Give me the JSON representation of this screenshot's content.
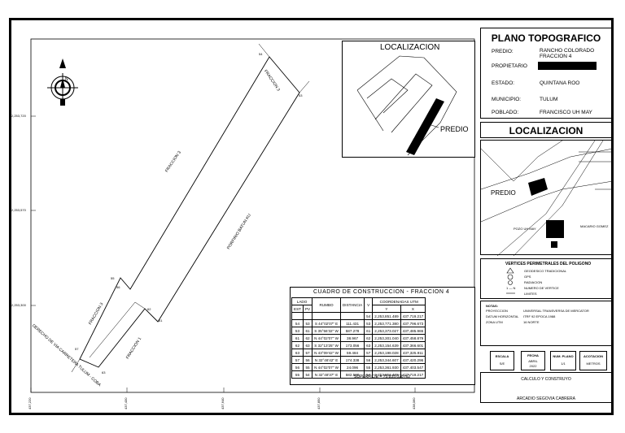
{
  "title_block": {
    "title": "PLANO TOPOGRAFICO",
    "predio_label": "PREDIO:",
    "predio_value_1": "RANCHO COLORADO",
    "predio_value_2": "FRACCION 4",
    "propietario_label": "PROPIETARIO",
    "estado_label": "ESTADO:",
    "estado_value": "QUINTANA ROO",
    "municipio_label": "MUNICIPIO:",
    "municipio_value": "TULUM",
    "poblado_label": "POBLADO:",
    "poblado_value": "FRANCISCO UH MAY",
    "localizacion_title": "LOCALIZACION"
  },
  "location_inset": {
    "title": "LOCALIZACION",
    "predio_label": "PREDIO"
  },
  "location_map": {
    "predio_label": "PREDIO",
    "pozo_label": "POZO UH MAY",
    "macario_label": "MACARIO GOMEZ"
  },
  "legend": {
    "title": "VERTICES PERIMETRALES DEL POLIGONO",
    "items": [
      "GEODESICO TRADICIONAL",
      "GPS",
      "RADIACION",
      "NUMERO DE VERTICE",
      "LIMITES"
    ],
    "vertex_symbol": "1 — N"
  },
  "notes": {
    "title": "NOTAS:",
    "rows": [
      {
        "label": "PROYECCION",
        "value": "UNIVERSAL TRANSVERSA DE MERCATOR"
      },
      {
        "label": "DATUM HORIZONTAL",
        "value": "ITRF 92 EPOCA 1988"
      },
      {
        "label": "ZONA UTM",
        "value": "16 NORTE"
      }
    ]
  },
  "info": {
    "escala_label": "ESCALA",
    "escala_value": "S/E",
    "fecha_label": "FECHA",
    "fecha_value_1": "ABRIL",
    "fecha_value_2": "2022",
    "num_plano_label": "NUM. PLANO",
    "num_plano_value": "1/1",
    "acotacion_label": "ACOTACION",
    "acotacion_value": "METROS"
  },
  "credits": {
    "calculo": "CALCULO Y CONSTRUYO",
    "name": "ARCADIO SEGOVIA CABRERA"
  },
  "construction_table": {
    "title": "CUADRO  DE  CONSTRUCCION - FRACCION  4",
    "headers": {
      "lado": "LADO",
      "est": "EST",
      "pv": "PV",
      "rumbo": "RUMBO",
      "distancia": "DISTANCIA",
      "v": "V",
      "coords": "COORDENADAS UTM",
      "y": "Y",
      "x": "X"
    },
    "rows": [
      {
        "est": "",
        "pv": "",
        "rumbo": "",
        "distancia": "",
        "v": "54",
        "y": "2,253,851.489",
        "x": "437,719.217"
      },
      {
        "est": "54",
        "pv": "53",
        "rumbo": "S  44°02'07\" E",
        "distancia": "111.431",
        "v": "53",
        "y": "2,253,771.380",
        "x": "437,796.673"
      },
      {
        "est": "53",
        "pv": "61",
        "rumbo": "S  35°56'32\" W",
        "distancia": "587.278",
        "v": "61",
        "y": "2,253,373.027",
        "x": "437,485.965"
      },
      {
        "est": "61",
        "pv": "62",
        "rumbo": "N  44°02'07\" W",
        "distancia": "38.967",
        "v": "62",
        "y": "2,253,301.040",
        "x": "437,458.879"
      },
      {
        "est": "62",
        "pv": "63",
        "rumbo": "S  32°13'25\" W",
        "distancia": "173.056",
        "v": "63",
        "y": "2,253,154.639",
        "x": "437,366.601"
      },
      {
        "est": "63",
        "pv": "57",
        "rumbo": "N  43°09'42\" W",
        "distancia": "59.484",
        "v": "57",
        "y": "2,253,198.028",
        "x": "437,325.911"
      },
      {
        "est": "57",
        "pv": "56",
        "rumbo": "N  32°46'42\" E",
        "distancia": "174.338",
        "v": "56",
        "y": "2,253,344.607",
        "x": "437,420.296"
      },
      {
        "est": "56",
        "pv": "55",
        "rumbo": "N  44°02'07\" W",
        "distancia": "24.096",
        "v": "55",
        "y": "2,253,361.930",
        "x": "437,403.547"
      },
      {
        "est": "55",
        "pv": "54",
        "rumbo": "N  32°48'37\" E",
        "distancia": "582.508",
        "v": "54",
        "y": "2,253,851.489",
        "x": "437,719.217"
      }
    ],
    "superficie": "SUPERFICIE = 75,835.028 m2"
  },
  "plan_labels": {
    "fraccion3_top": "FRACCION  3",
    "fraccion3_mid": "FRACCION  3",
    "fraccion3_bottom": "FRACCION  3",
    "fraccion1": "FRACCION  1",
    "porfirio": "PORFIRIO  BATUN  KU",
    "derecho": "DERECHO  DE  VIA  CARRETERA  TULUM - COBA",
    "v54": "54",
    "v53": "53",
    "v55": "55",
    "v56": "56",
    "v57": "57",
    "v61": "61",
    "v62": "62",
    "v63": "63",
    "north": "N",
    "y1": "2,253,720",
    "y2": "2,253,570",
    "y3": "2,253,300",
    "x1": "437,220",
    "x2": "437,430",
    "x3": "437,640",
    "x4": "437,850",
    "x5": "438,060"
  }
}
